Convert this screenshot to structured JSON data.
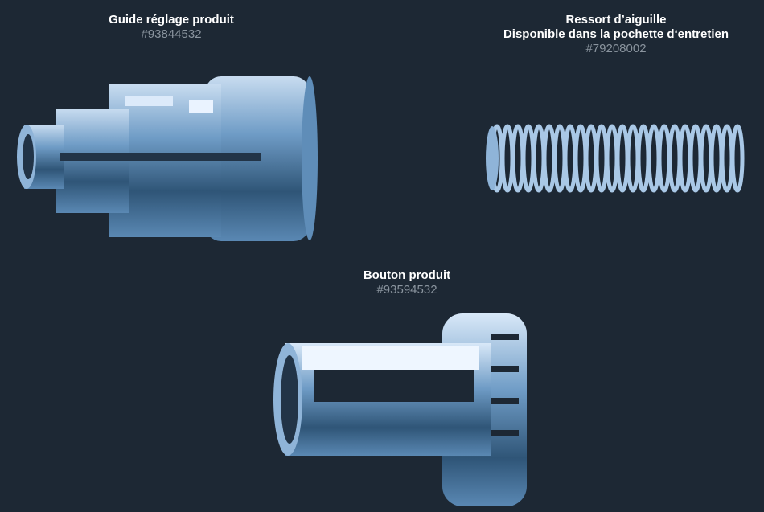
{
  "parts": [
    {
      "title": "Guide réglage produit",
      "code": "#93844532"
    },
    {
      "title": "Ressort d’aiguille",
      "subtitle": "Disponible dans la pochette d‘entretien",
      "code": "#79208002"
    },
    {
      "title": "Bouton produit",
      "code": "#93594532"
    }
  ],
  "colors": {
    "background": "#1d2834",
    "part_fill": "#5a88b3",
    "part_highlight": "#e8f2ff"
  }
}
